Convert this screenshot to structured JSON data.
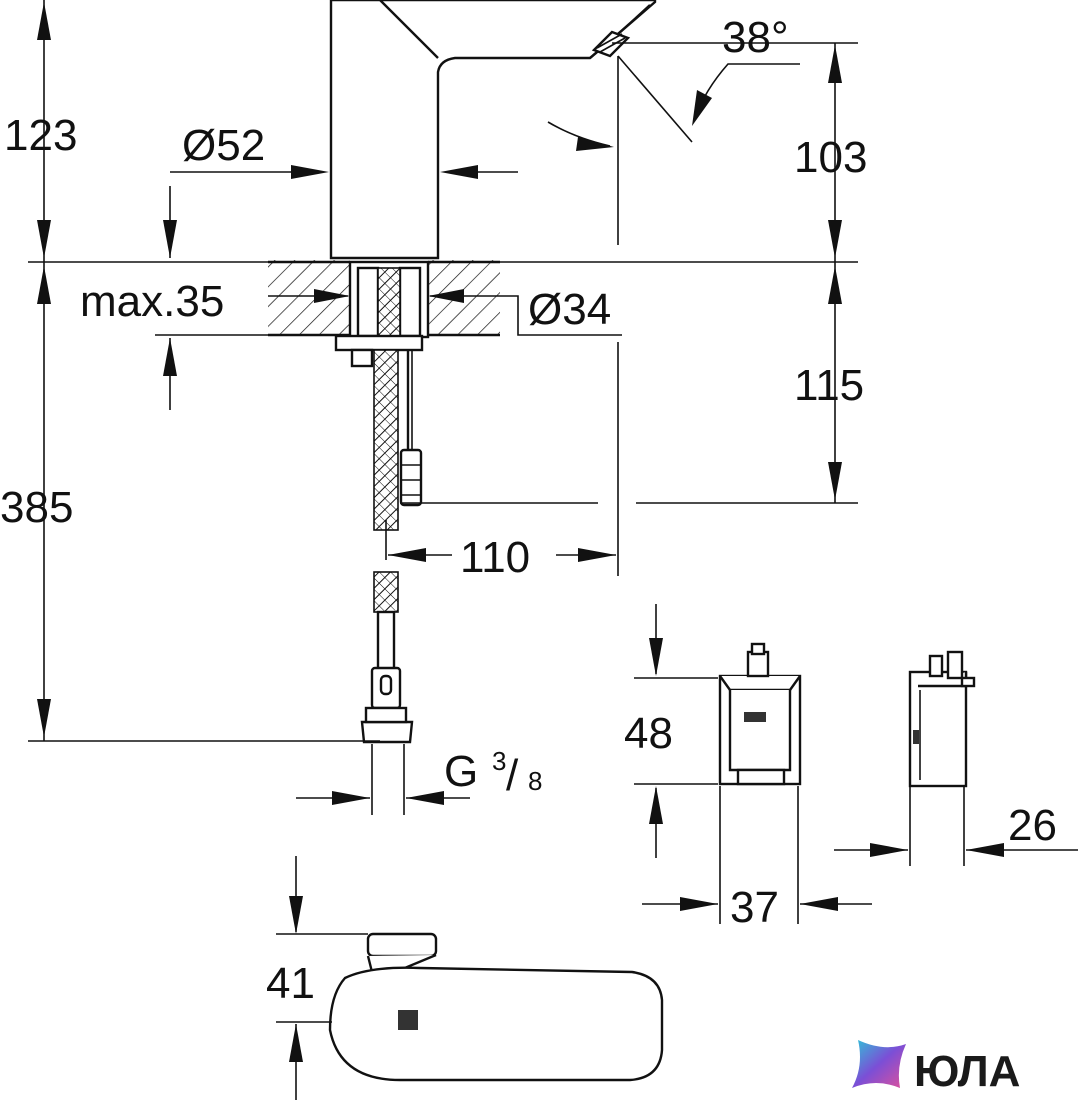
{
  "dimensions": {
    "spout_height": "123",
    "body_diameter": "Ø52",
    "spray_angle": "38°",
    "outlet_height": "103",
    "deck_thickness": "max.35",
    "hole_diameter": "Ø34",
    "below_deck": "115",
    "total_below": "385",
    "projection": "110",
    "connection": "G",
    "connection_num": "3",
    "connection_den": "8",
    "box_height": "48",
    "box_width": "37",
    "box_depth": "26",
    "top_view_height": "41"
  },
  "logo": {
    "brand_text": "ЮЛА",
    "accent_colors": [
      "#2ec5d8",
      "#7b4fd6",
      "#e0509a"
    ]
  },
  "colors": {
    "line": "#111111",
    "background": "#ffffff"
  }
}
